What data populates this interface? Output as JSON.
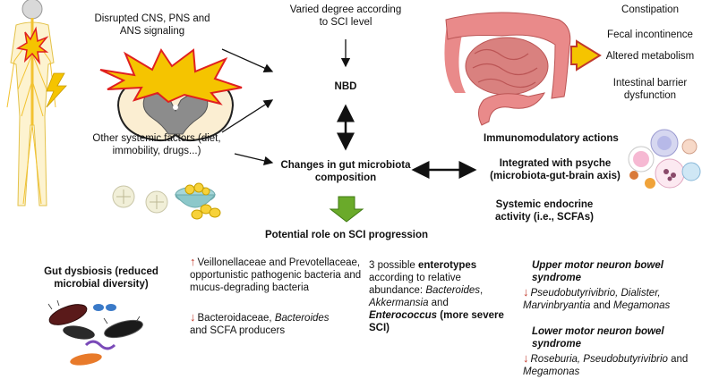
{
  "colors": {
    "nerve": "#f2c230",
    "intestine": "#e98a8a",
    "arrow_fill": "#f5c400",
    "arrow_red": "#c0392b",
    "green_arrow": "#6aaa2a",
    "spine_grey": "#8c8c8c"
  },
  "icons": [
    "human-nervous-system-icon",
    "spinal-cord-injury-icon",
    "intestine-icon",
    "pills-icon",
    "immune-cells-icon",
    "bacteria-icon"
  ],
  "labels": {
    "disrupted": "Disrupted CNS, PNS and ANS signaling",
    "varied": "Varied degree according to SCI level",
    "nbd": "NBD",
    "other": "Other systemic factors (diet, immobility, drugs...)",
    "changes": "Changes in gut microbiota composition",
    "potential": "Potential role on SCI progression",
    "constipation": "Constipation",
    "fecal": "Fecal incontinence",
    "altered": "Altered metabolism",
    "barrier": "Intestinal barrier dysfunction",
    "immuno": "Immunomodulatory actions",
    "integrated": "Integrated with psyche (microbiota-gut-brain axis)",
    "endocrine": "Systemic endocrine activity (i.e., SCFAs)",
    "dysbiosis": "Gut dysbiosis (reduced microbial diversity)",
    "up_text": "Veillonellaceae and Prevotellaceae, opportunistic pathogenic bacteria and mucus-degrading bacteria",
    "down_a": "Bacteroidaceae, ",
    "down_b": "Bacteroides",
    "down_c": " and SCFA producers",
    "ent_a": "3 possible ",
    "ent_b": "enterotypes",
    "ent_c": " according to relative abundance: ",
    "ent_d": "Bacteroides",
    "ent_e": ", ",
    "ent_f": "Akkermansia",
    "ent_g": " and ",
    "ent_h": "Enterococcus",
    "ent_i": " (more severe SCI)",
    "umn_title": "Upper motor neuron bowel syndrome",
    "umn_a": "Pseudobutyrivibrio, Dialister, Marvinbryantia",
    "umn_b": " and ",
    "umn_c": "Megamonas",
    "lmn_title": "Lower motor neuron bowel syndrome",
    "lmn_a": "Roseburia, Pseudobutyrivibrio",
    "lmn_b": " and ",
    "lmn_c": "Megamonas"
  }
}
